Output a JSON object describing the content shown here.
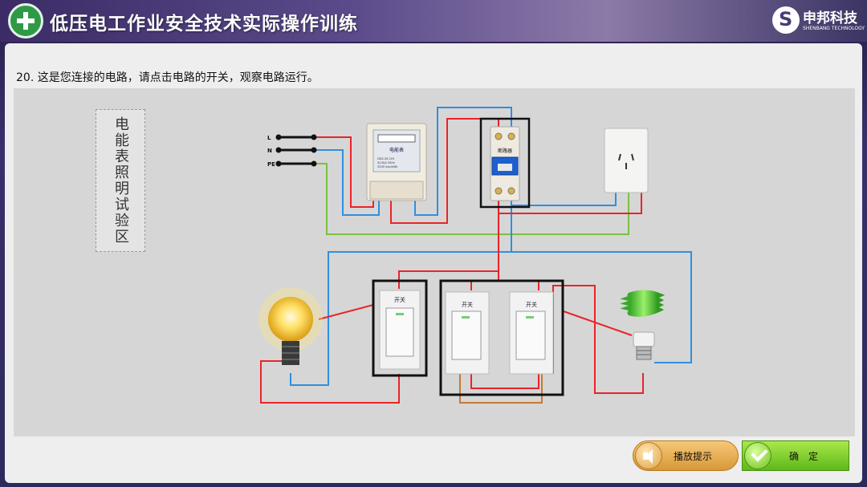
{
  "header": {
    "title": "低压电工作业安全技术实际操作训练",
    "brand_name": "申邦科技",
    "brand_sub": "SHENBANG TECHNOLOGY"
  },
  "question": "20. 这是您连接的电路，请点击电路的开关，观察电路运行。",
  "zone_label": "电能表照明试验区",
  "terminals": {
    "l": "L",
    "n": "N",
    "pe": "PE"
  },
  "meter": {
    "label": "电能表",
    "specs": [
      "DDS-26 220",
      "5(20)A 50Hz",
      "3200 imp/kWh"
    ]
  },
  "breaker": {
    "label": "断路器"
  },
  "switches": [
    "开关",
    "开关",
    "开关"
  ],
  "buttons": {
    "hint": "播放提示",
    "ok": "确定"
  },
  "colors": {
    "live": "#e8242a",
    "neutral": "#2e8fe0",
    "ground": "#7cc142",
    "link": "#c87830"
  }
}
